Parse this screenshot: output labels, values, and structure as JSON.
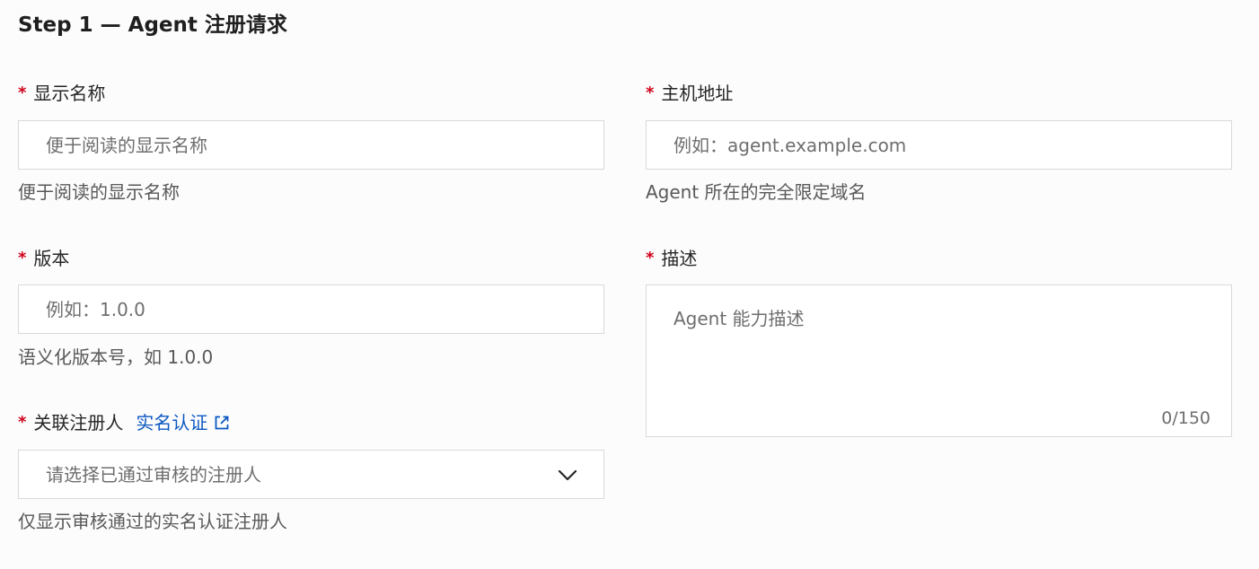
{
  "title": "Step 1 — Agent 注册请求",
  "required_mark": "*",
  "fields": {
    "display_name": {
      "label": "显示名称",
      "placeholder": "便于阅读的显示名称",
      "help": "便于阅读的显示名称"
    },
    "host": {
      "label": "主机地址",
      "placeholder": "例如：agent.example.com",
      "help": "Agent 所在的完全限定域名"
    },
    "version": {
      "label": "版本",
      "placeholder": "例如：1.0.0",
      "help": "语义化版本号，如 1.0.0"
    },
    "description": {
      "label": "描述",
      "placeholder": "Agent 能力描述",
      "counter": "0/150"
    },
    "registrant": {
      "label": "关联注册人",
      "link_label": "实名认证",
      "link_icon": "external-link-icon",
      "placeholder": "请选择已通过审核的注册人",
      "dropdown_icon": "chevron-down-icon",
      "help": "仅显示审核通过的实名认证注册人"
    }
  },
  "colors": {
    "required": "#d0021b",
    "link": "#0a57c2",
    "border": "#d9d9d9"
  }
}
